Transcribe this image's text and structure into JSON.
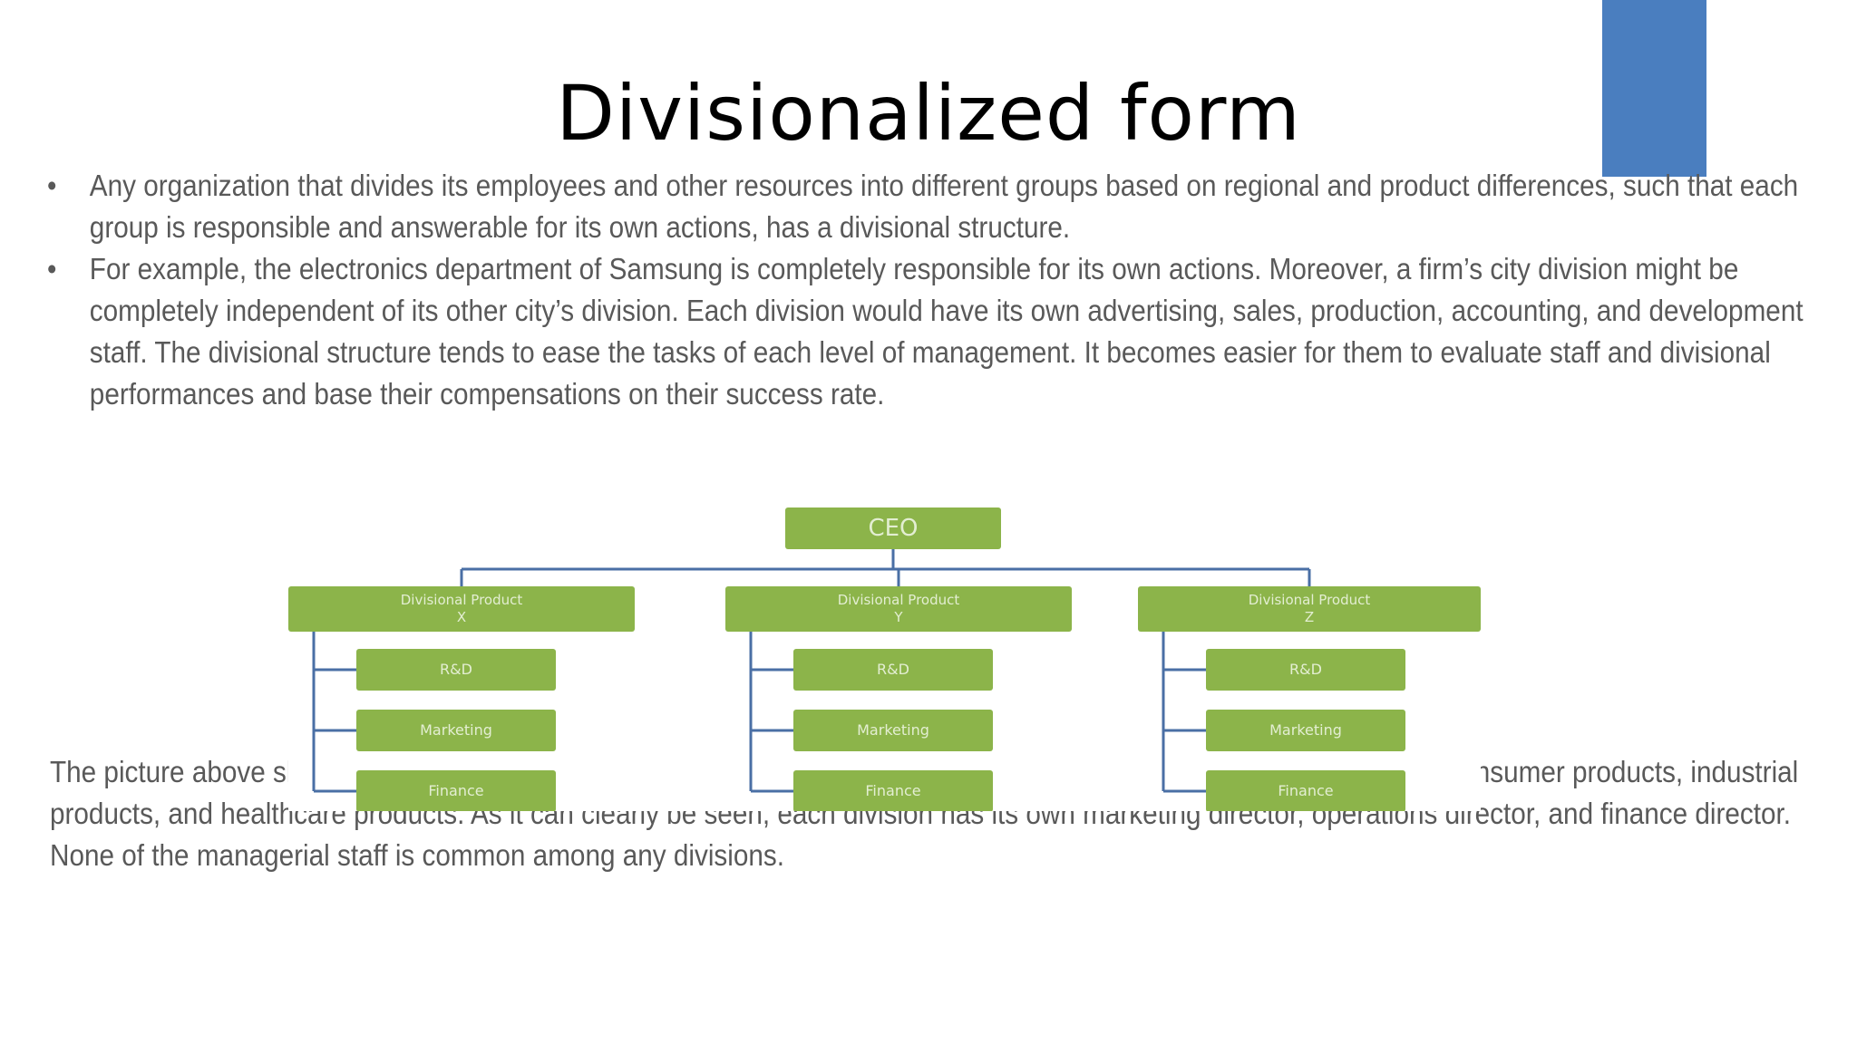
{
  "slide": {
    "title": "Divisionalized form",
    "bullets": [
      "Any organization that divides its employees and other resources into different groups based on regional and product differences, such that each group is responsible and answerable for its own actions, has a divisional structure.",
      "For example, the electronics department of Samsung is completely responsible for its own actions. Moreover, a firm’s city division might be completely independent of its other city’s division. Each division would have its own advertising, sales, production, accounting, and development staff. The divisional structure tends to ease the tasks of each level of management. It becomes easier for them to evaluate staff and divisional performances and base their compensations on their success rate."
    ],
    "paragraph": "The picture above shows a company that is divided into three separate divisions based on the type of product that is, consumer products, industrial products, and healthcare products. As it can clearly be seen, each division has its own marketing director, operations director, and finance director. None of the managerial staff is common among any divisions.",
    "bullet_glyph": "•",
    "accent_color": "#4a7ebf"
  },
  "org_chart": {
    "root": "CEO",
    "box_color": "#8cb44a",
    "line_color": "#4a6fa5",
    "divisions": [
      {
        "name": "Divisional Product",
        "letter": "X",
        "units": [
          "R&D",
          "Marketing",
          "Finance"
        ]
      },
      {
        "name": "Divisional Product",
        "letter": "Y",
        "units": [
          "R&D",
          "Marketing",
          "Finance"
        ]
      },
      {
        "name": "Divisional Product",
        "letter": "Z",
        "units": [
          "R&D",
          "Marketing",
          "Finance"
        ]
      }
    ]
  }
}
